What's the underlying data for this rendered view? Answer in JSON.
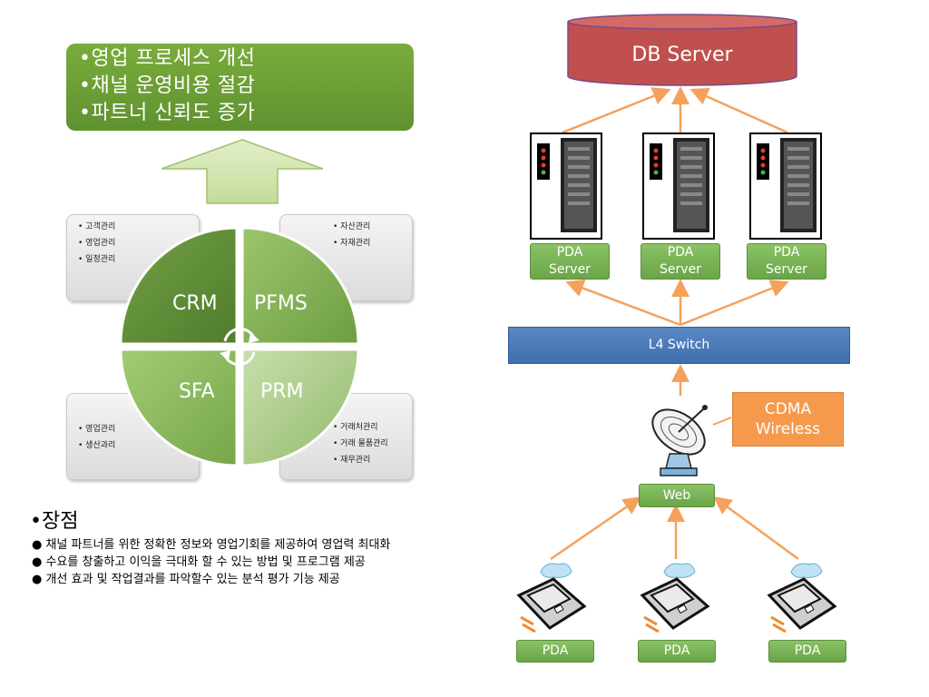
{
  "benefits": [
    "•영업 프로세스 개선",
    "•채널 운영비용 절감",
    "•파트너 신뢰도 증가"
  ],
  "quadrants": {
    "crm": "CRM",
    "pfms": "PFMS",
    "sfa": "SFA",
    "prm": "PRM"
  },
  "side_boxes": {
    "crm": [
      "고객관리",
      "영업관리",
      "일정관리"
    ],
    "pfms": [
      "자산관리",
      "자재관리"
    ],
    "sfa": [
      "영업관리",
      "생산과리"
    ],
    "prm": [
      "거래처관리",
      "거래 물품관리",
      "재무관리"
    ]
  },
  "advantages": {
    "title": "•장점",
    "items": [
      "● 채널 파트너를 위한 정확한 정보와 영업기회를 제공하여 영업력 최대화",
      "● 수요를 창출하고 이익을 극대화 할 수 있는 방법 및 프로그램 제공",
      "● 개선 효과 및 작업결과를 파악할수 있는 분석 평가 기능 제공"
    ]
  },
  "network": {
    "db_server": "DB Server",
    "pda_servers": [
      "PDA\nServer",
      "PDA\nServer",
      "PDA\nServer"
    ],
    "pda_server_lines": [
      "PDA",
      "Server"
    ],
    "l4_switch": "L4 Switch",
    "cdma_line1": "CDMA",
    "cdma_line2": "Wireless",
    "web": "Web",
    "pdas": [
      "PDA",
      "PDA",
      "PDA"
    ]
  },
  "colors": {
    "green": "#6aa548",
    "db_red": "#c0504d",
    "switch_blue": "#4f81bd",
    "cdma_orange": "#f79646",
    "arrow_orange": "#f5a15b"
  }
}
